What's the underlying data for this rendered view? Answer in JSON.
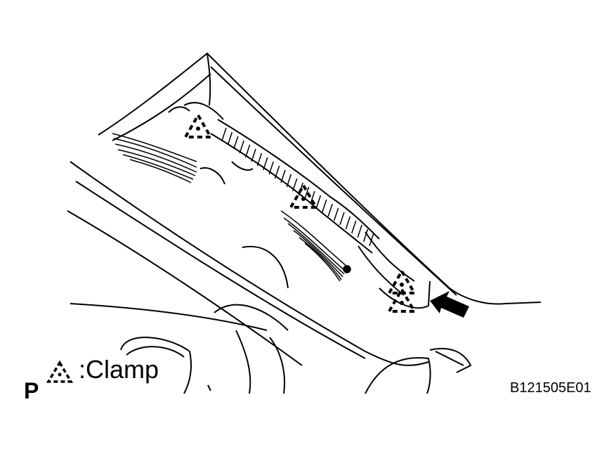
{
  "legend": {
    "symbol_icon": "dashed-triangle-clamp-icon",
    "text": ":Clamp"
  },
  "corner_letter": "P",
  "figure_code": "B121505E01",
  "colors": {
    "line": "#000000",
    "background": "#ffffff"
  }
}
